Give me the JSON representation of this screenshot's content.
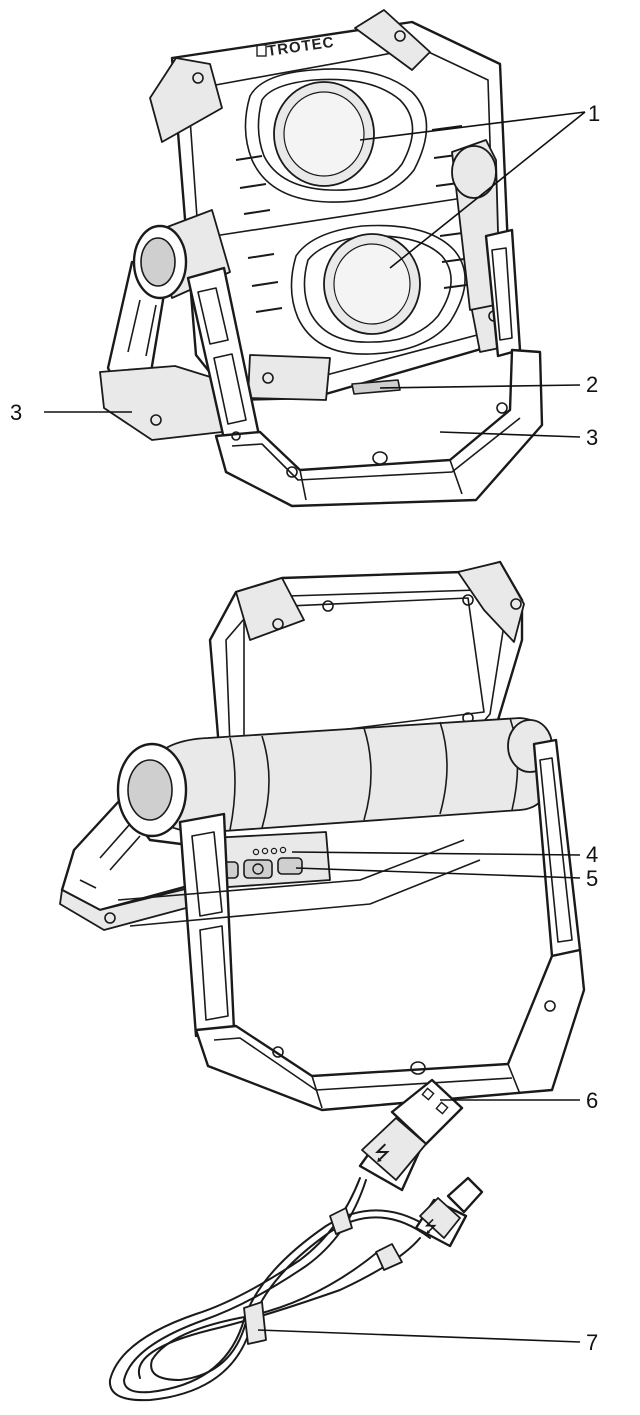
{
  "figure": {
    "brand_label": "TROTEC",
    "callouts": [
      {
        "id": "1",
        "label": "1"
      },
      {
        "id": "2",
        "label": "2"
      },
      {
        "id": "3a",
        "label": "3"
      },
      {
        "id": "3b",
        "label": "3"
      },
      {
        "id": "4",
        "label": "4"
      },
      {
        "id": "5",
        "label": "5"
      },
      {
        "id": "6",
        "label": "6"
      },
      {
        "id": "7",
        "label": "7"
      }
    ]
  }
}
